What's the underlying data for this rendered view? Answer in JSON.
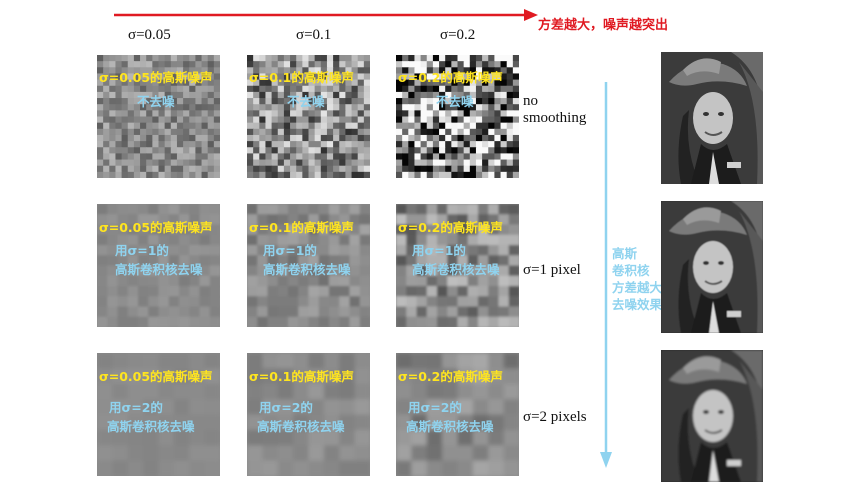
{
  "columns": [
    "σ=0.05",
    "σ=0.1",
    "σ=0.2"
  ],
  "top_note": "方差越大，噪声越突出",
  "side_note": [
    "高斯",
    "卷积核",
    "方差越大",
    "去噪效果越强"
  ],
  "rows": [
    {
      "label_lines": [
        "no",
        "smoothing"
      ],
      "tiles": [
        {
          "title": "σ=0.05的高斯噪声",
          "caption": [
            "不去噪"
          ],
          "noise": 0.05
        },
        {
          "title": "σ=0.1的高斯噪声",
          "caption": [
            "不去噪"
          ],
          "noise": 0.1
        },
        {
          "title": "σ=0.2的高斯噪声",
          "caption": [
            "不去噪"
          ],
          "noise": 0.2
        }
      ]
    },
    {
      "label_lines": [
        "σ=1 pixel"
      ],
      "tiles": [
        {
          "title": "σ=0.05的高斯噪声",
          "caption": [
            "用σ=1的",
            "高斯卷积核去噪"
          ],
          "noise": 0.05
        },
        {
          "title": "σ=0.1的高斯噪声",
          "caption": [
            "用σ=1的",
            "高斯卷积核去噪"
          ],
          "noise": 0.1
        },
        {
          "title": "σ=0.2的高斯噪声",
          "caption": [
            "用σ=1的",
            "高斯卷积核去噪"
          ],
          "noise": 0.2
        }
      ]
    },
    {
      "label_lines": [
        "σ=2 pixels"
      ],
      "tiles": [
        {
          "title": "σ=0.05的高斯噪声",
          "caption": [
            "用σ=2的",
            "高斯卷积核去噪"
          ],
          "noise": 0.05
        },
        {
          "title": "σ=0.1的高斯噪声",
          "caption": [
            "用σ=2的",
            "高斯卷积核去噪"
          ],
          "noise": 0.1
        },
        {
          "title": "σ=0.2的高斯噪声",
          "caption": [
            "用σ=2的",
            "高斯卷积核去噪"
          ],
          "noise": 0.2
        }
      ]
    }
  ],
  "colors": {
    "title_yellow": "#ffe51f",
    "caption_cyan": "#8fd3ef",
    "arrow_red": "#e01a22",
    "arrow_blue": "#8fd3ef"
  },
  "images": [
    {
      "name": "woman-in-hat-photo"
    },
    {
      "name": "woman-in-hat-photo-smoothed-1"
    },
    {
      "name": "woman-in-hat-photo-smoothed-2"
    }
  ]
}
